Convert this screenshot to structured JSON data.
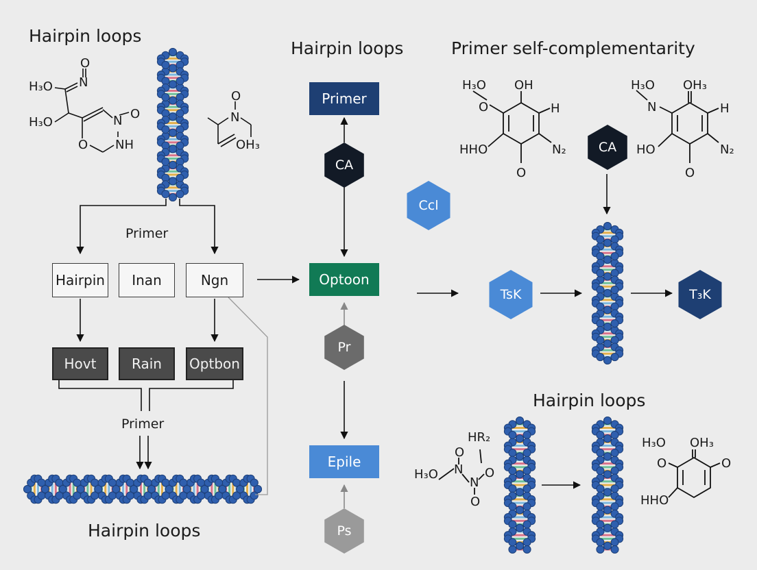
{
  "headings": {
    "top_left": "Hairpin loops",
    "top_center": "Hairpin loops",
    "top_right": "Primer self-complementarity",
    "bottom_left": "Hairpin loops",
    "bottom_right": "Hairpin loops"
  },
  "left_flow": {
    "primer_label_top": "Primer",
    "row1": [
      "Hairpin",
      "Inan",
      "Ngn"
    ],
    "row2": [
      "Hovt",
      "Rain",
      "Optbon"
    ],
    "primer_label_bottom": "Primer"
  },
  "center_flow": {
    "primer_box": "Primer",
    "ca_hex": "CA",
    "ccl_hex": "Ccl",
    "optoon_box": "Optoon",
    "pr_hex": "Pr",
    "epile_box": "Epile",
    "ps_hex": "Ps"
  },
  "right_flow": {
    "ca_hex": "CA",
    "tsk_hex": "TsK",
    "t3k_hex": "T₃K"
  },
  "chem_top_left": {
    "h3o_a": "H₃O",
    "h3o_b": "H₃O",
    "o_top": "O",
    "n_top": "N",
    "n_ring": "N",
    "o_ring_right": "O",
    "o_ring": "O",
    "nh": "NH"
  },
  "chem_top_mid": {
    "o": "O",
    "n": "N",
    "oh3": "OH₃"
  },
  "chem_quinone_a": {
    "h3o": "H₃O",
    "oh": "OH",
    "o_left": "O",
    "h": "H",
    "hho": "HHO",
    "n2": "N₂",
    "o_bottom": "O"
  },
  "chem_quinone_b": {
    "h3o": "H₃O",
    "oh3": "OH₃",
    "n": "N",
    "h": "H",
    "ho": "HO",
    "n2": "N₂",
    "o_bottom": "O"
  },
  "chem_bottom_mid": {
    "hr2": "HR₂",
    "h3o": "H₃O",
    "o_a": "O",
    "n_a": "N",
    "n_b": "N",
    "o_b": "O",
    "o_c": "O"
  },
  "chem_bottom_right": {
    "h3o": "H₃O",
    "oh3": "OH₃",
    "o_left": "O",
    "o_right": "O",
    "hho": "HHO"
  },
  "colors": {
    "navy": "#1e3f73",
    "green": "#117a55",
    "blue": "#4a8ad6",
    "dark_gray": "#4a4a4a",
    "hex_black": "#121a26",
    "dna_blue": "#2f5fae"
  }
}
